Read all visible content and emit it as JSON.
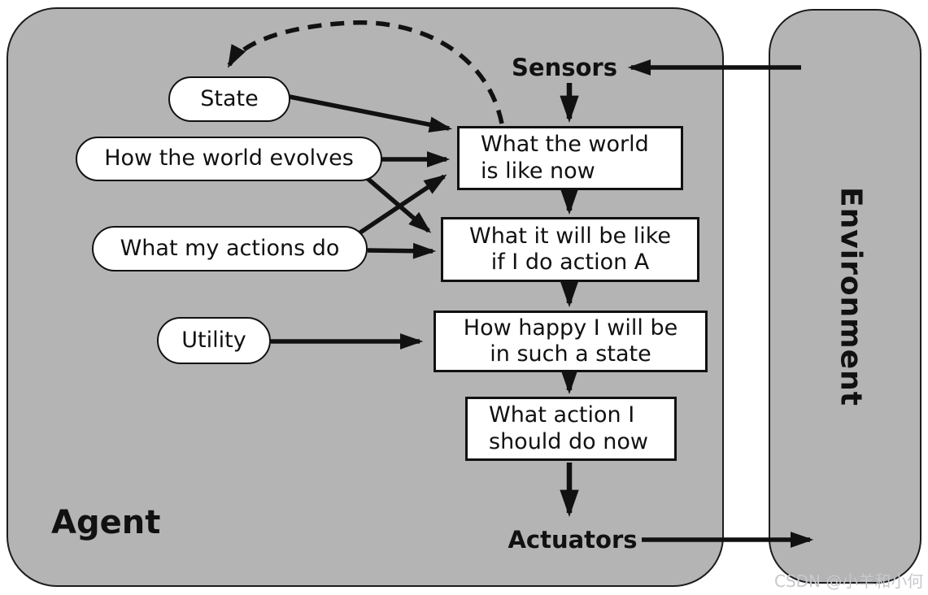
{
  "agent": {
    "label": "Agent"
  },
  "environment": {
    "label": "Environment"
  },
  "interfaces": {
    "sensors": "Sensors",
    "actuators": "Actuators"
  },
  "ovals": {
    "state": "State",
    "how_world_evolves": "How the world evolves",
    "what_actions_do": "What my actions do",
    "utility": "Utility"
  },
  "boxes": {
    "world_now": {
      "lines": [
        "What the world",
        "is like now"
      ]
    },
    "will_be_like": {
      "lines": [
        "What it will be like",
        "if I do action A"
      ]
    },
    "how_happy": {
      "lines": [
        "How happy I will be",
        "in such a state"
      ]
    },
    "what_action": {
      "lines": [
        "What action I",
        "should do now"
      ]
    }
  },
  "watermark": "CSDN @小羊和小何",
  "colors": {
    "panel_gray": "#b4b4b4",
    "node_fill": "#ffffff",
    "stroke_black": "#111111",
    "watermark_gray": "#c6c8cd"
  }
}
